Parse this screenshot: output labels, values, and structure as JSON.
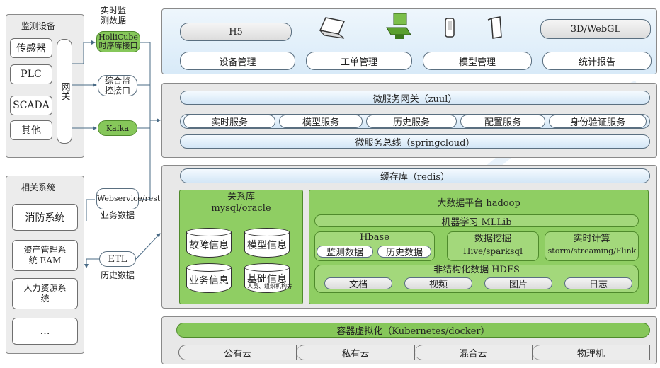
{
  "left": {
    "monitor": {
      "title": "监测设备",
      "items": [
        "传感器",
        "PLC",
        "SCADA",
        "其他"
      ],
      "gateway": "网关"
    },
    "connectors": {
      "realtime_label": "实时监测数据",
      "hollicube": "HolliCube时序库接口",
      "integrated": "综合监控接口",
      "kafka": "Kafka",
      "webservice": "Webservice/rest",
      "business_data": "业务数据",
      "etl": "ETL",
      "history_data": "历史数据"
    },
    "related": {
      "title": "相关系统",
      "items": [
        "消防系统",
        "资产管理系统 EAM",
        "人力资源系统",
        "…"
      ]
    }
  },
  "app_layer": {
    "h5": "H5",
    "webgl": "3D/WebGL",
    "menus": [
      "设备管理",
      "工单管理",
      "模型管理",
      "统计报告"
    ]
  },
  "service_layer": {
    "gateway": "微服务网关（zuul）",
    "services": [
      "实时服务",
      "模型服务",
      "历史服务",
      "配置服务",
      "身份验证服务"
    ],
    "bus": "微服务总线（springcloud）"
  },
  "data_layer": {
    "cache": "缓存库（redis）",
    "relational": {
      "title": "关系库",
      "subtitle": "mysql/oracle",
      "tables": [
        "故障信息",
        "模型信息",
        "业务信息",
        "基础信息"
      ],
      "basic_note": "人员、组织机构等"
    },
    "bigdata": {
      "title": "大数据平台 hadoop",
      "ml": "机器学习 MLLib",
      "hbase": "Hbase",
      "hbase_items": [
        "监测数据",
        "历史数据"
      ],
      "mining": "数据挖掘",
      "mining_sub": "Hive/sparksql",
      "realtime": "实时计算",
      "realtime_sub": "storm/streaming/Flink",
      "hdfs": "非结构化数据 HDFS",
      "hdfs_items": [
        "文档",
        "视频",
        "图片",
        "日志"
      ]
    }
  },
  "infra_layer": {
    "container": "容器虚拟化（Kubernetes/docker）",
    "clouds": [
      "公有云",
      "私有云",
      "混合云",
      "物理机"
    ]
  },
  "colors": {
    "green": "#8fce63",
    "blue_panel": "#d8eaf8",
    "grey_panel": "#e8e8e8"
  }
}
